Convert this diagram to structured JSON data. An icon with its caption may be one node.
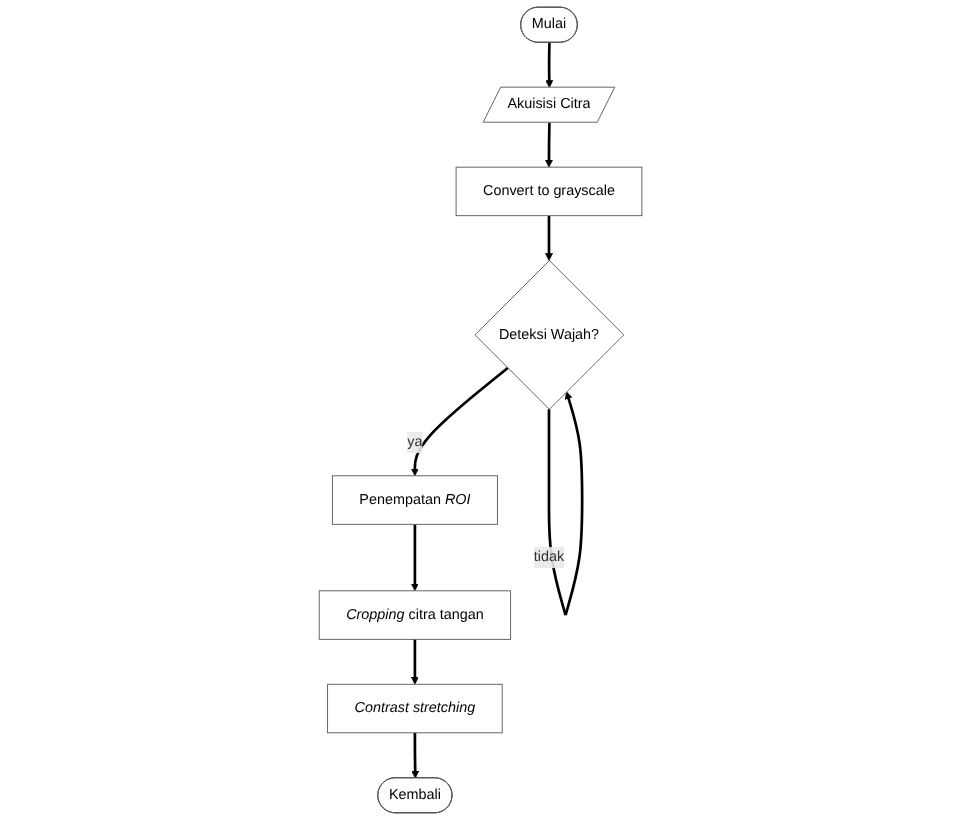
{
  "diagram": {
    "nodes": [
      {
        "text": [
          "Mulai"
        ]
      },
      {
        "text": [
          "Akuisisi Citra"
        ]
      },
      {
        "text": [
          "Convert to grayscale"
        ]
      },
      {
        "text": [
          "Deteksi Wajah?"
        ]
      },
      {
        "text": [
          "Penempatan *ROI*"
        ]
      },
      {
        "text": [
          "*Cropping* citra tangan"
        ]
      },
      {
        "text": [
          "Contrast stretching"
        ]
      },
      {
        "text": [
          "Kembali"
        ]
      }
    ],
    "edges": [
      {
        "from": 0,
        "to": 1,
        "arrow": "to"
      },
      {
        "from": 1,
        "to": 2,
        "arrow": "to"
      },
      {
        "from": 2,
        "to": 3,
        "arrow": "to"
      },
      {
        "from": 3,
        "to": 3,
        "arrow": "to",
        "label": "tidak"
      },
      {
        "from": 3,
        "to": 4,
        "arrow": "to",
        "label": "ya"
      },
      {
        "from": 4,
        "to": 5,
        "arrow": "to"
      },
      {
        "from": 5,
        "to": 6,
        "arrow": "to"
      },
      {
        "from": 6,
        "to": 7,
        "arrow": "to"
      }
    ]
  }
}
